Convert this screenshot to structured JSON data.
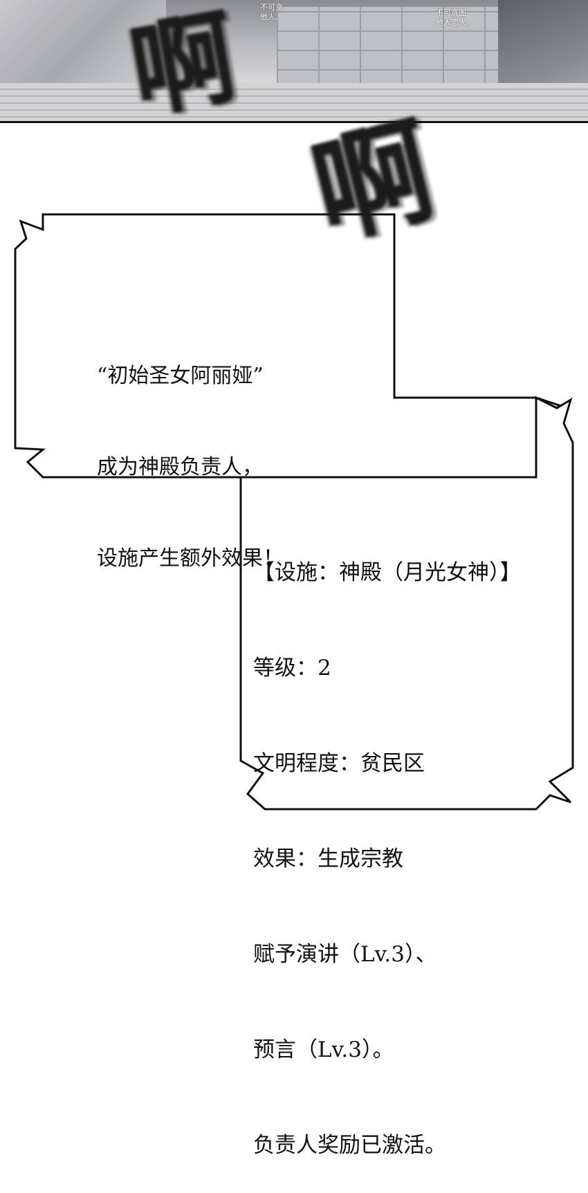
{
  "top_panel": {
    "caption_left": [
      "不可贪",
      "他人。"
    ],
    "caption_right": [
      "不可贪图",
      "他人恋人。"
    ]
  },
  "sfx": {
    "top": "啊",
    "middle": "啊"
  },
  "notice_1": {
    "lines": [
      "“初始圣女阿丽娅”",
      "成为神殿负责人，",
      "设施产生额外效果！"
    ]
  },
  "notice_2": {
    "lines": [
      "【设施：神殿（月光女神）】",
      "等级：2",
      "文明程度：贫民区",
      "效果：生成宗教",
      "赋予演讲（Lv.3）、",
      "预言（Lv.3）。",
      "负责人奖励已激活。"
    ]
  }
}
